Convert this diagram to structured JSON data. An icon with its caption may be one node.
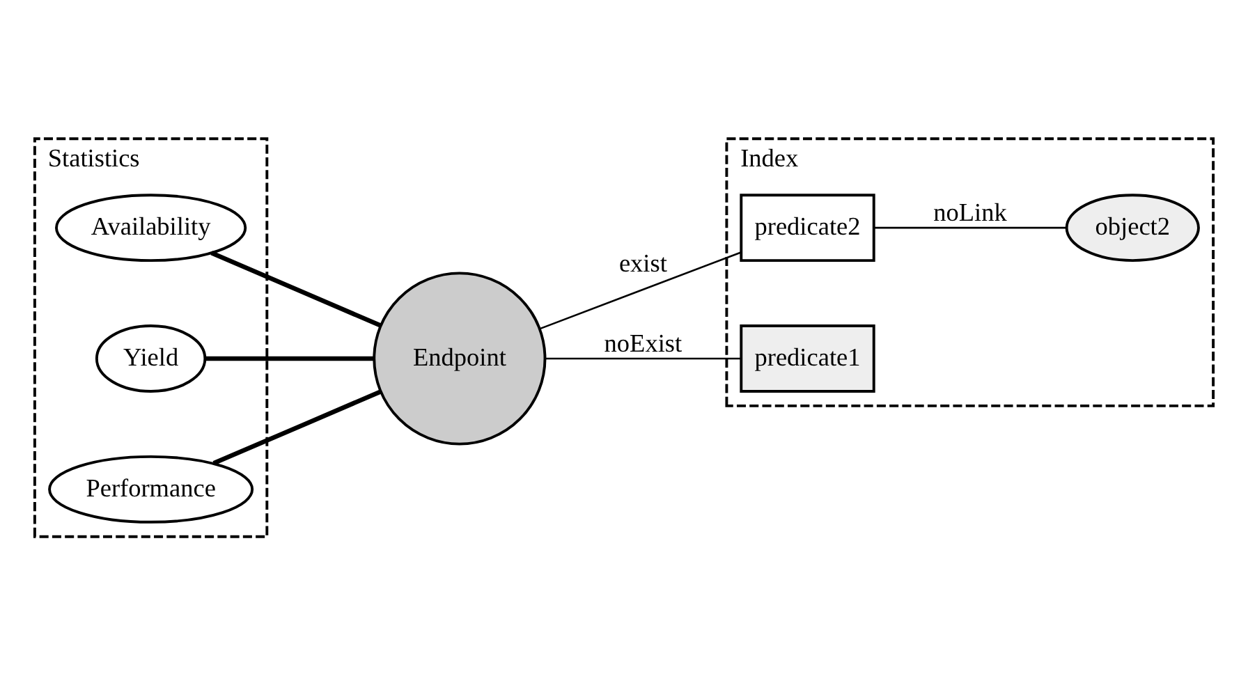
{
  "diagram": {
    "nodes": [
      {
        "text": [
          "Statistics"
        ]
      },
      {
        "text": [
          "Availability"
        ],
        "in": 0
      },
      {
        "text": [
          "Yield"
        ],
        "in": 0
      },
      {
        "text": [
          "Performance"
        ],
        "in": 0
      },
      {
        "text": [
          "Endpoint"
        ]
      },
      {
        "text": [
          "Index"
        ]
      },
      {
        "text": [
          "predicate2"
        ],
        "in": 5
      },
      {
        "text": [
          "object2"
        ],
        "in": 5
      },
      {
        "text": [
          "predicate1"
        ],
        "in": 5
      }
    ],
    "edges": [
      {
        "from": 1,
        "to": 4,
        "arrow": "none",
        "style": "thick"
      },
      {
        "from": 2,
        "to": 4,
        "arrow": "none",
        "style": "thick"
      },
      {
        "from": 3,
        "to": 4,
        "arrow": "none",
        "style": "thick"
      },
      {
        "from": 4,
        "to": 6,
        "arrow": "none",
        "label": "exist"
      },
      {
        "from": 6,
        "to": 7,
        "arrow": "none",
        "label": "noLink"
      },
      {
        "from": 4,
        "to": 8,
        "arrow": "none",
        "label": "noExist"
      }
    ]
  }
}
